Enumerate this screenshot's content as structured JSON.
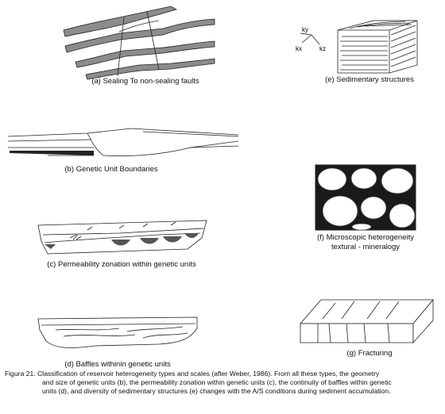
{
  "panels": {
    "a": {
      "label": "(a) Sealing To non-sealing faults"
    },
    "b": {
      "label": "(b) Genetic Unit Boundaries"
    },
    "c": {
      "label": "(c) Permeability zonation within genetic units"
    },
    "d": {
      "label": "(d) Baffles withinin genetic units"
    },
    "e": {
      "label": "(e) Sedimentary structures",
      "axes": {
        "ky": "ky",
        "kx": "kx",
        "kz": "kz"
      }
    },
    "f": {
      "label_line1": "(f) Microscopic heterogeneity",
      "label_line2": "textural - mineralogy"
    },
    "g": {
      "label": "(g) Fracturing"
    }
  },
  "caption": {
    "line1": "Figura 21. Classification of reservoir heterogeneity types and scales (after Weber, 1986). From all these types, the geometry",
    "line2": "and size of genetic units (b), the permeability zonation within genetic units (c), the continuity of baffles within genetic",
    "line3": "units (d), and diversity of sedimentary structures (e) changes with the A/S conditions during sediment accumulation."
  }
}
